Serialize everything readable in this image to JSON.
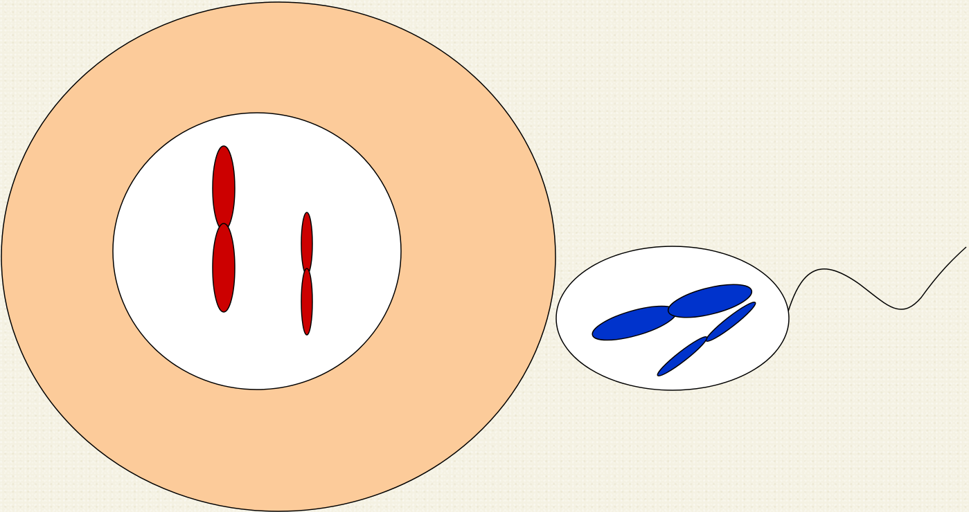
{
  "colors": {
    "background": "#f4f1e2",
    "egg_cytoplasm": "#fccb9a",
    "nucleus_fill": "#ffffff",
    "outline": "#000000",
    "egg_chromosomes": "#cc0000",
    "sperm_chromosomes": "#0033cc"
  },
  "egg_cell": {
    "chromosomes": [
      {
        "kind": "chromosome-long",
        "color_key": "egg_chromosomes"
      },
      {
        "kind": "chromosome-short",
        "color_key": "egg_chromosomes"
      }
    ]
  },
  "sperm_cell": {
    "chromosomes": [
      {
        "kind": "chromosome-long",
        "color_key": "sperm_chromosomes"
      },
      {
        "kind": "chromosome-short",
        "color_key": "sperm_chromosomes"
      }
    ],
    "flagellum": {
      "present": true
    }
  }
}
